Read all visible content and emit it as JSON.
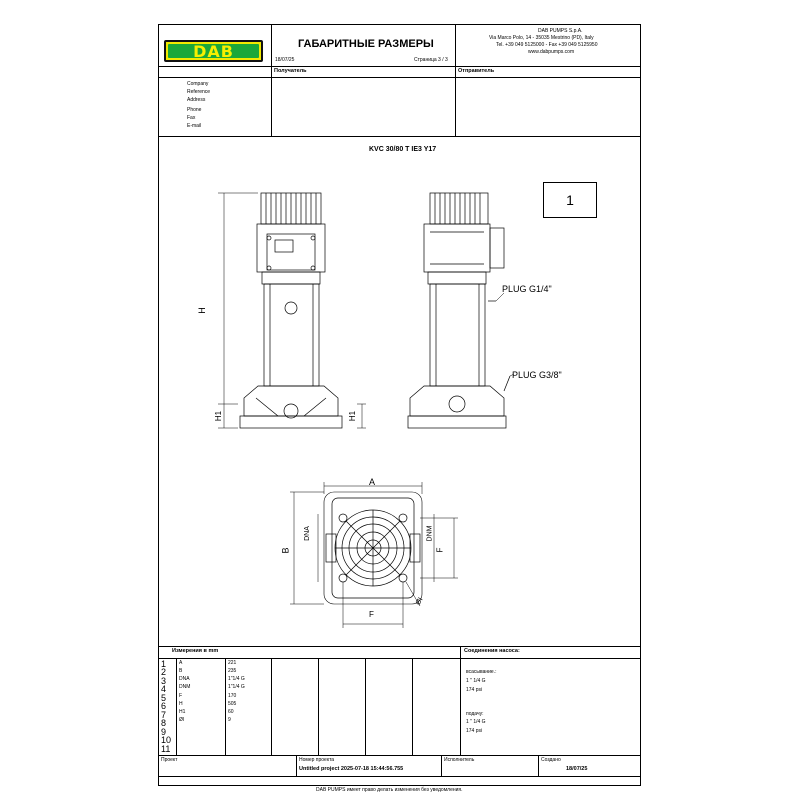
{
  "header": {
    "logo_text": "DAB",
    "title": "ГАБАРИТНЫЕ РАЗМЕРЫ",
    "date": "18/07/25",
    "page": "Страница 3 / 3",
    "company_lines": [
      "DAB PUMPS S.p.A.",
      "Via Marco Polo, 14 - 35035 Mestrino (PD), Italy",
      "Tel. +39 049 5125000 - Fax +39 049 5125950",
      "www.dabpumps.com"
    ],
    "recipient_label": "Получатель",
    "sender_label": "Отправитель",
    "contact_fields": [
      "Company",
      "Reference",
      "Address",
      "Phone",
      "Fax",
      "E-mail"
    ]
  },
  "drawing": {
    "model": "KVC 30/80 T IE3 Y17",
    "view_number": "1",
    "labels": {
      "H": "H",
      "H1_left": "H1",
      "H1_right": "H1",
      "plug1": "PLUG G1/4\"",
      "plug2": "PLUG G3/8\"",
      "A": "A",
      "B": "B",
      "DNA": "DNA",
      "DNM": "DNM",
      "F_side": "F",
      "F_bottom": "F",
      "OI": "ØI"
    }
  },
  "dimensions": {
    "header": "Измерения в  mm",
    "row_numbers": [
      "1",
      "2",
      "3",
      "4",
      "5",
      "6",
      "7",
      "8",
      "9",
      "10",
      "11"
    ],
    "rows": [
      {
        "name": "A",
        "value": "221"
      },
      {
        "name": "B",
        "value": "235"
      },
      {
        "name": "DNA",
        "value": "1\"1/4 G"
      },
      {
        "name": "DNM",
        "value": "1\"1/4 G"
      },
      {
        "name": "F",
        "value": "170"
      },
      {
        "name": "H",
        "value": "505"
      },
      {
        "name": "H1",
        "value": "60"
      },
      {
        "name": "ØI",
        "value": "9"
      }
    ]
  },
  "connections": {
    "header": "Соединения насоса:",
    "suction_label": "всасывание.:",
    "suction_size": "1 \" 1/4 G",
    "suction_pressure": "174 psi",
    "delivery_label": "подачу:",
    "delivery_size": "1 \" 1/4 G",
    "delivery_pressure": "174 psi"
  },
  "footer": {
    "project_label": "Проект",
    "number_label": "Номер проекта",
    "number_value": "Untitled project 2025-07-18 15:44:56.755",
    "performer_label": "Исполнитель",
    "created_label": "Создано",
    "created_value": "18/07/25",
    "disclaimer": "DAB PUMPS имеет право делать изменения без уведомления."
  }
}
